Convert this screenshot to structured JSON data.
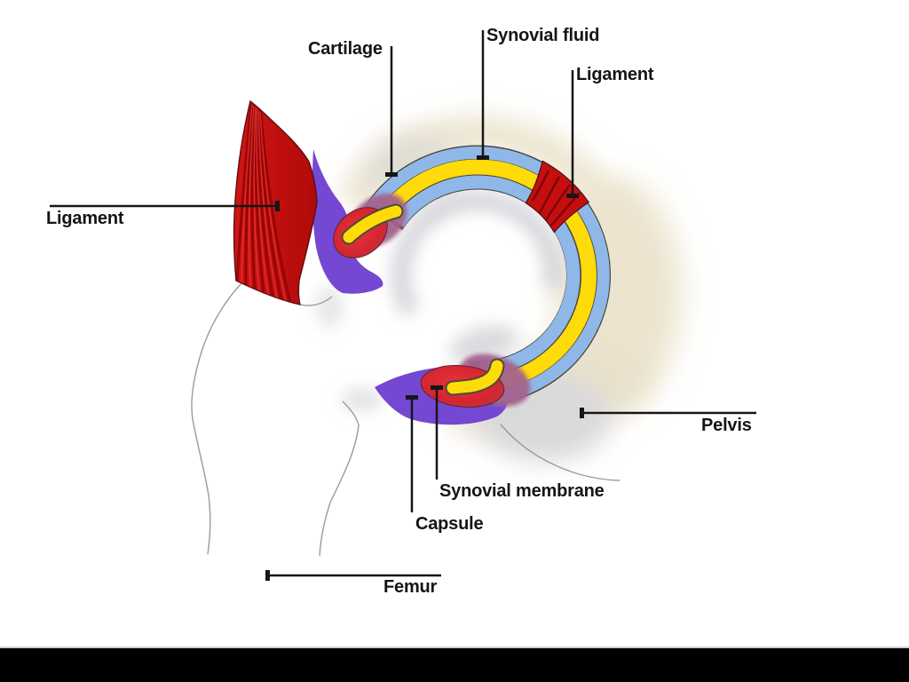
{
  "page": {
    "background": "#ffffff",
    "letterbox_color": "#000000"
  },
  "diagram": {
    "subject": "Synovial joint (hip) cross-section",
    "labels": {
      "cartilage": "Cartilage",
      "synovial_fluid": "Synovial fluid",
      "ligament_upper_right": "Ligament",
      "ligament_left": "Ligament",
      "pelvis": "Pelvis",
      "synovial_membrane": "Synovial membrane",
      "capsule": "Capsule",
      "femur": "Femur"
    },
    "colors": {
      "cartilage": "#8fb8e8",
      "synovial_fluid": "#ffdb0a",
      "ligament": "#c50f0f",
      "capsule": "#7448d2",
      "synovial_membrane": "#d62e38",
      "bone": "#ffffff",
      "outline": "#44443c",
      "label_text": "#151515"
    }
  }
}
